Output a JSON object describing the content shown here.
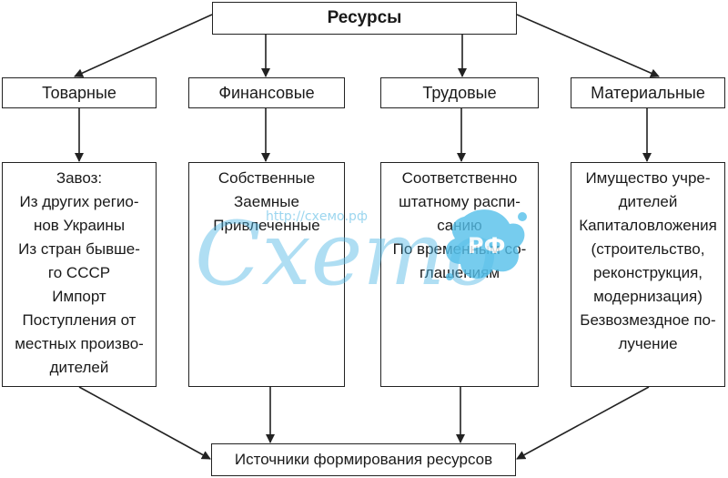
{
  "title": "Ресурсы",
  "categories": [
    {
      "label": "Товарные"
    },
    {
      "label": "Финансовые"
    },
    {
      "label": "Трудовые"
    },
    {
      "label": "Материальные"
    }
  ],
  "details": [
    {
      "lines": [
        "Завоз:",
        "Из других регио-",
        "нов Украины",
        "Из стран бывше-",
        "го СССР",
        "Импорт",
        "Поступления от",
        "местных произво-",
        "дителей"
      ]
    },
    {
      "lines": [
        "Собственные",
        "Заемные",
        "Привлеченные"
      ]
    },
    {
      "lines": [
        "Соответственно",
        "штатному распи-",
        "санию",
        "По временным со-",
        "глашениям"
      ]
    },
    {
      "lines": [
        "Имущество учре-",
        "дителей",
        "Капиталовложения",
        "(строительство,",
        "реконструкция,",
        "модернизация)",
        "Безвозмездное по-",
        "лучение"
      ]
    }
  ],
  "bottom": "Источники формирования ресурсов",
  "watermark": {
    "text": "Cxemo",
    "badge": "РФ",
    "url": "http://cxемо.рф",
    "color": "#4fb8e6"
  }
}
